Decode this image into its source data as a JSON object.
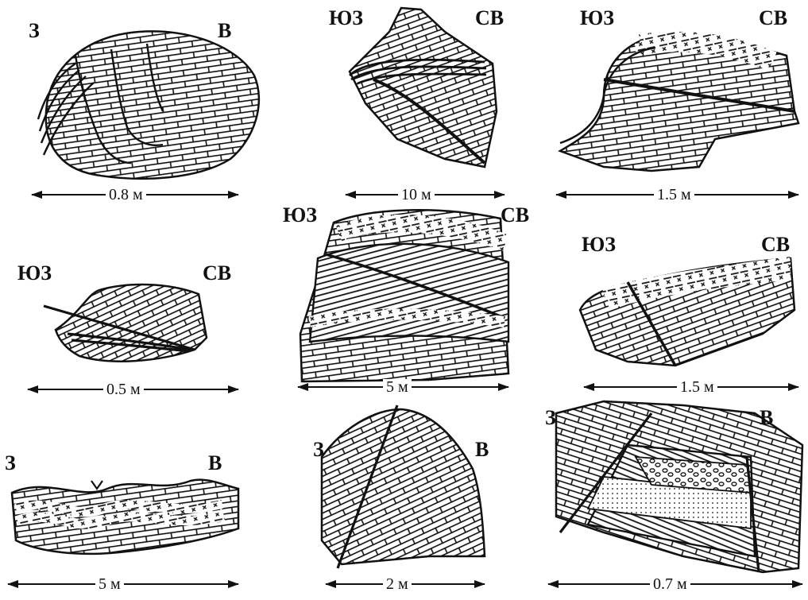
{
  "panels": [
    {
      "id": "p1",
      "left": "З",
      "right": "В",
      "scale": "0.8 м"
    },
    {
      "id": "p2",
      "left": "ЮЗ",
      "right": "СВ",
      "scale": "10 м"
    },
    {
      "id": "p3",
      "left": "ЮЗ",
      "right": "СВ",
      "scale": "1.5 м"
    },
    {
      "id": "p4",
      "left": "ЮЗ",
      "right": "СВ",
      "scale": "0.5 м"
    },
    {
      "id": "p5",
      "left": "ЮЗ",
      "right": "СВ",
      "scale": "5 м"
    },
    {
      "id": "p6",
      "left": "ЮЗ",
      "right": "СВ",
      "scale": "1.5 м"
    },
    {
      "id": "p7",
      "left": "З",
      "right": "В",
      "scale": "5 м"
    },
    {
      "id": "p8",
      "left": "З",
      "right": "В",
      "scale": "2 м"
    },
    {
      "id": "p9",
      "left": "З",
      "right": "В",
      "scale": "0.7 м"
    }
  ],
  "colors": {
    "ink": "#111111",
    "paper": "#ffffff"
  }
}
